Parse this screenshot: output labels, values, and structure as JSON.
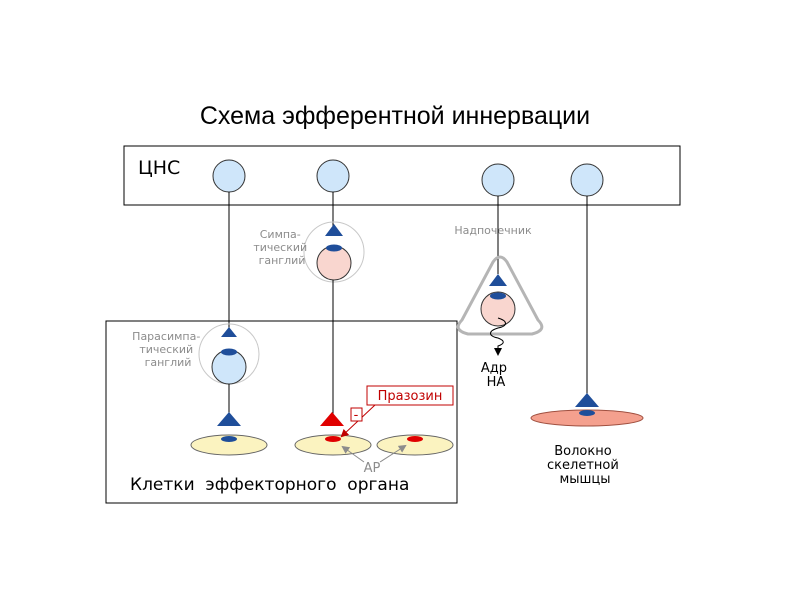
{
  "title": "Схема эфферентной иннервации",
  "cns_label": "ЦНС",
  "sympathetic_ganglion": [
    "Симпа-",
    "тический",
    "ганглий"
  ],
  "adrenal_label": "Надпочечник",
  "parasympathetic_ganglion": [
    "Парасимпа-",
    "тический",
    "ганглий"
  ],
  "adrenal_output": [
    "Адр",
    "НА"
  ],
  "drug_label": "Празозин",
  "minus_sign": "-",
  "receptor_label": "АР",
  "effector_label": "Клетки  эффекторного  органа",
  "muscle_label": [
    "Волокно",
    "скелетной",
    "мышцы"
  ],
  "colors": {
    "neuron_fill": "#cfe6fa",
    "ganglion_cell_fill": "#f9d6cf",
    "terminal_blue": "#1f4e9a",
    "terminal_red": "#e00000",
    "effector_fill": "#fbf3c0",
    "muscle_fill": "#f4a08e",
    "drug_red": "#c00000"
  }
}
